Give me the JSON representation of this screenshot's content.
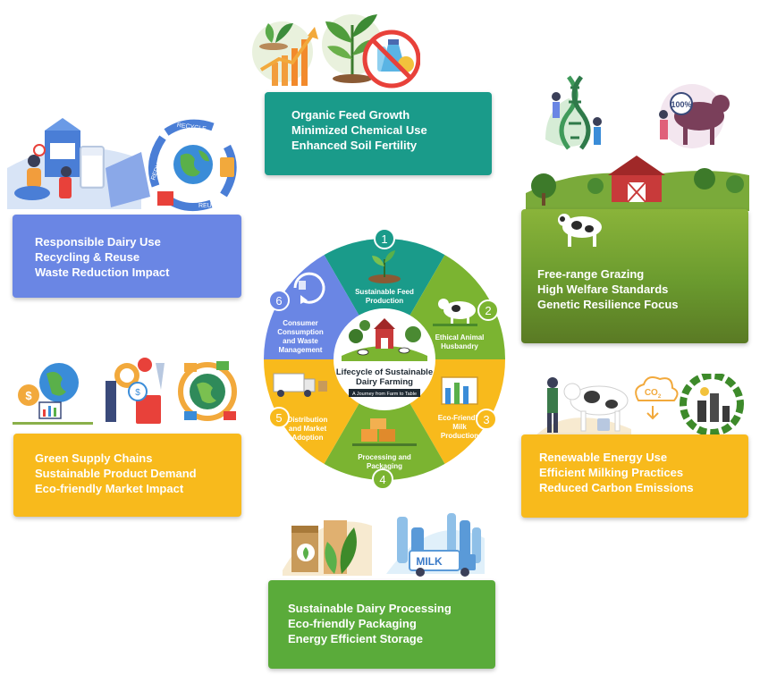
{
  "colors": {
    "teal": "#1a9b8a",
    "green_light": "#7bb431",
    "green_dark": "#5c8a22",
    "yellow": "#f8ba1c",
    "blue": "#6a86e4",
    "center_bg": "#ffffff",
    "badge_bg": "#1f2a33"
  },
  "center": {
    "title_line1": "Lifecycle of Sustainable",
    "title_line2": "Dairy Farming",
    "subtitle": "A Journey from Farm to Table"
  },
  "stages": [
    {
      "number": "1",
      "label_line1": "Sustainable Feed",
      "label_line2": "Production",
      "label_line3": "",
      "icon": "sprout-icon",
      "color": "#1a9b8a"
    },
    {
      "number": "2",
      "label_line1": "Ethical Animal",
      "label_line2": "Husbandry",
      "label_line3": "",
      "icon": "cow-icon",
      "color": "#7bb431"
    },
    {
      "number": "3",
      "label_line1": "Eco-Friendly",
      "label_line2": "Milk",
      "label_line3": "Production",
      "icon": "milking-icon",
      "color": "#f8ba1c"
    },
    {
      "number": "4",
      "label_line1": "Processing and",
      "label_line2": "Packaging",
      "label_line3": "",
      "icon": "boxes-icon",
      "color": "#7bb431"
    },
    {
      "number": "5",
      "label_line1": "Distribution",
      "label_line2": "and Market",
      "label_line3": "Adoption",
      "icon": "truck-icon",
      "color": "#f8ba1c"
    },
    {
      "number": "6",
      "label_line1": "Consumer",
      "label_line2": "Consumption",
      "label_line3": "and Waste",
      "label_line4": "Management",
      "icon": "recycle-icon",
      "color": "#6a86e4"
    }
  ],
  "panels": {
    "feed": {
      "line1": "Organic Feed Growth",
      "line2": "Minimized Chemical Use",
      "line3": "Enhanced Soil Fertility",
      "icons": [
        "growth-chart-icon",
        "plant-icon",
        "no-chemicals-icon"
      ]
    },
    "animal": {
      "line1": "Free-range Grazing",
      "line2": "High Welfare Standards",
      "line3": "Genetic Resilience Focus",
      "badge": "100%",
      "icons": [
        "dna-icon",
        "cow-icon",
        "barn-icon"
      ]
    },
    "milk": {
      "line1": "Renewable Energy Use",
      "line2": "Efficient Milking Practices",
      "line3": "Reduced Carbon Emissions",
      "co2_label": "CO",
      "co2_sub": "2",
      "icons": [
        "milking-cow-icon",
        "co2-cloud-icon",
        "factory-leaf-icon"
      ]
    },
    "processing": {
      "line1": "Sustainable Dairy Processing",
      "line2": "Eco-friendly Packaging",
      "line3": "Energy Efficient Storage",
      "truck_label": "MILK",
      "icons": [
        "paper-bag-icon",
        "dairy-plant-icon"
      ]
    },
    "distribution": {
      "line1": "Green Supply Chains",
      "line2": "Sustainable Product Demand",
      "line3": "Eco-friendly Market Impact",
      "icons": [
        "globe-dollar-icon",
        "shopping-icon",
        "globe-cycle-icon"
      ]
    },
    "consumption": {
      "line1": "Responsible Dairy Use",
      "line2": "Recycling & Reuse",
      "line3": "Waste Reduction Impact",
      "cycle_label1": "RECYCLE",
      "cycle_label2": "REUSE",
      "cycle_label3": "REDUCE",
      "icons": [
        "milk-carton-icon",
        "recycle-globe-icon"
      ]
    }
  }
}
